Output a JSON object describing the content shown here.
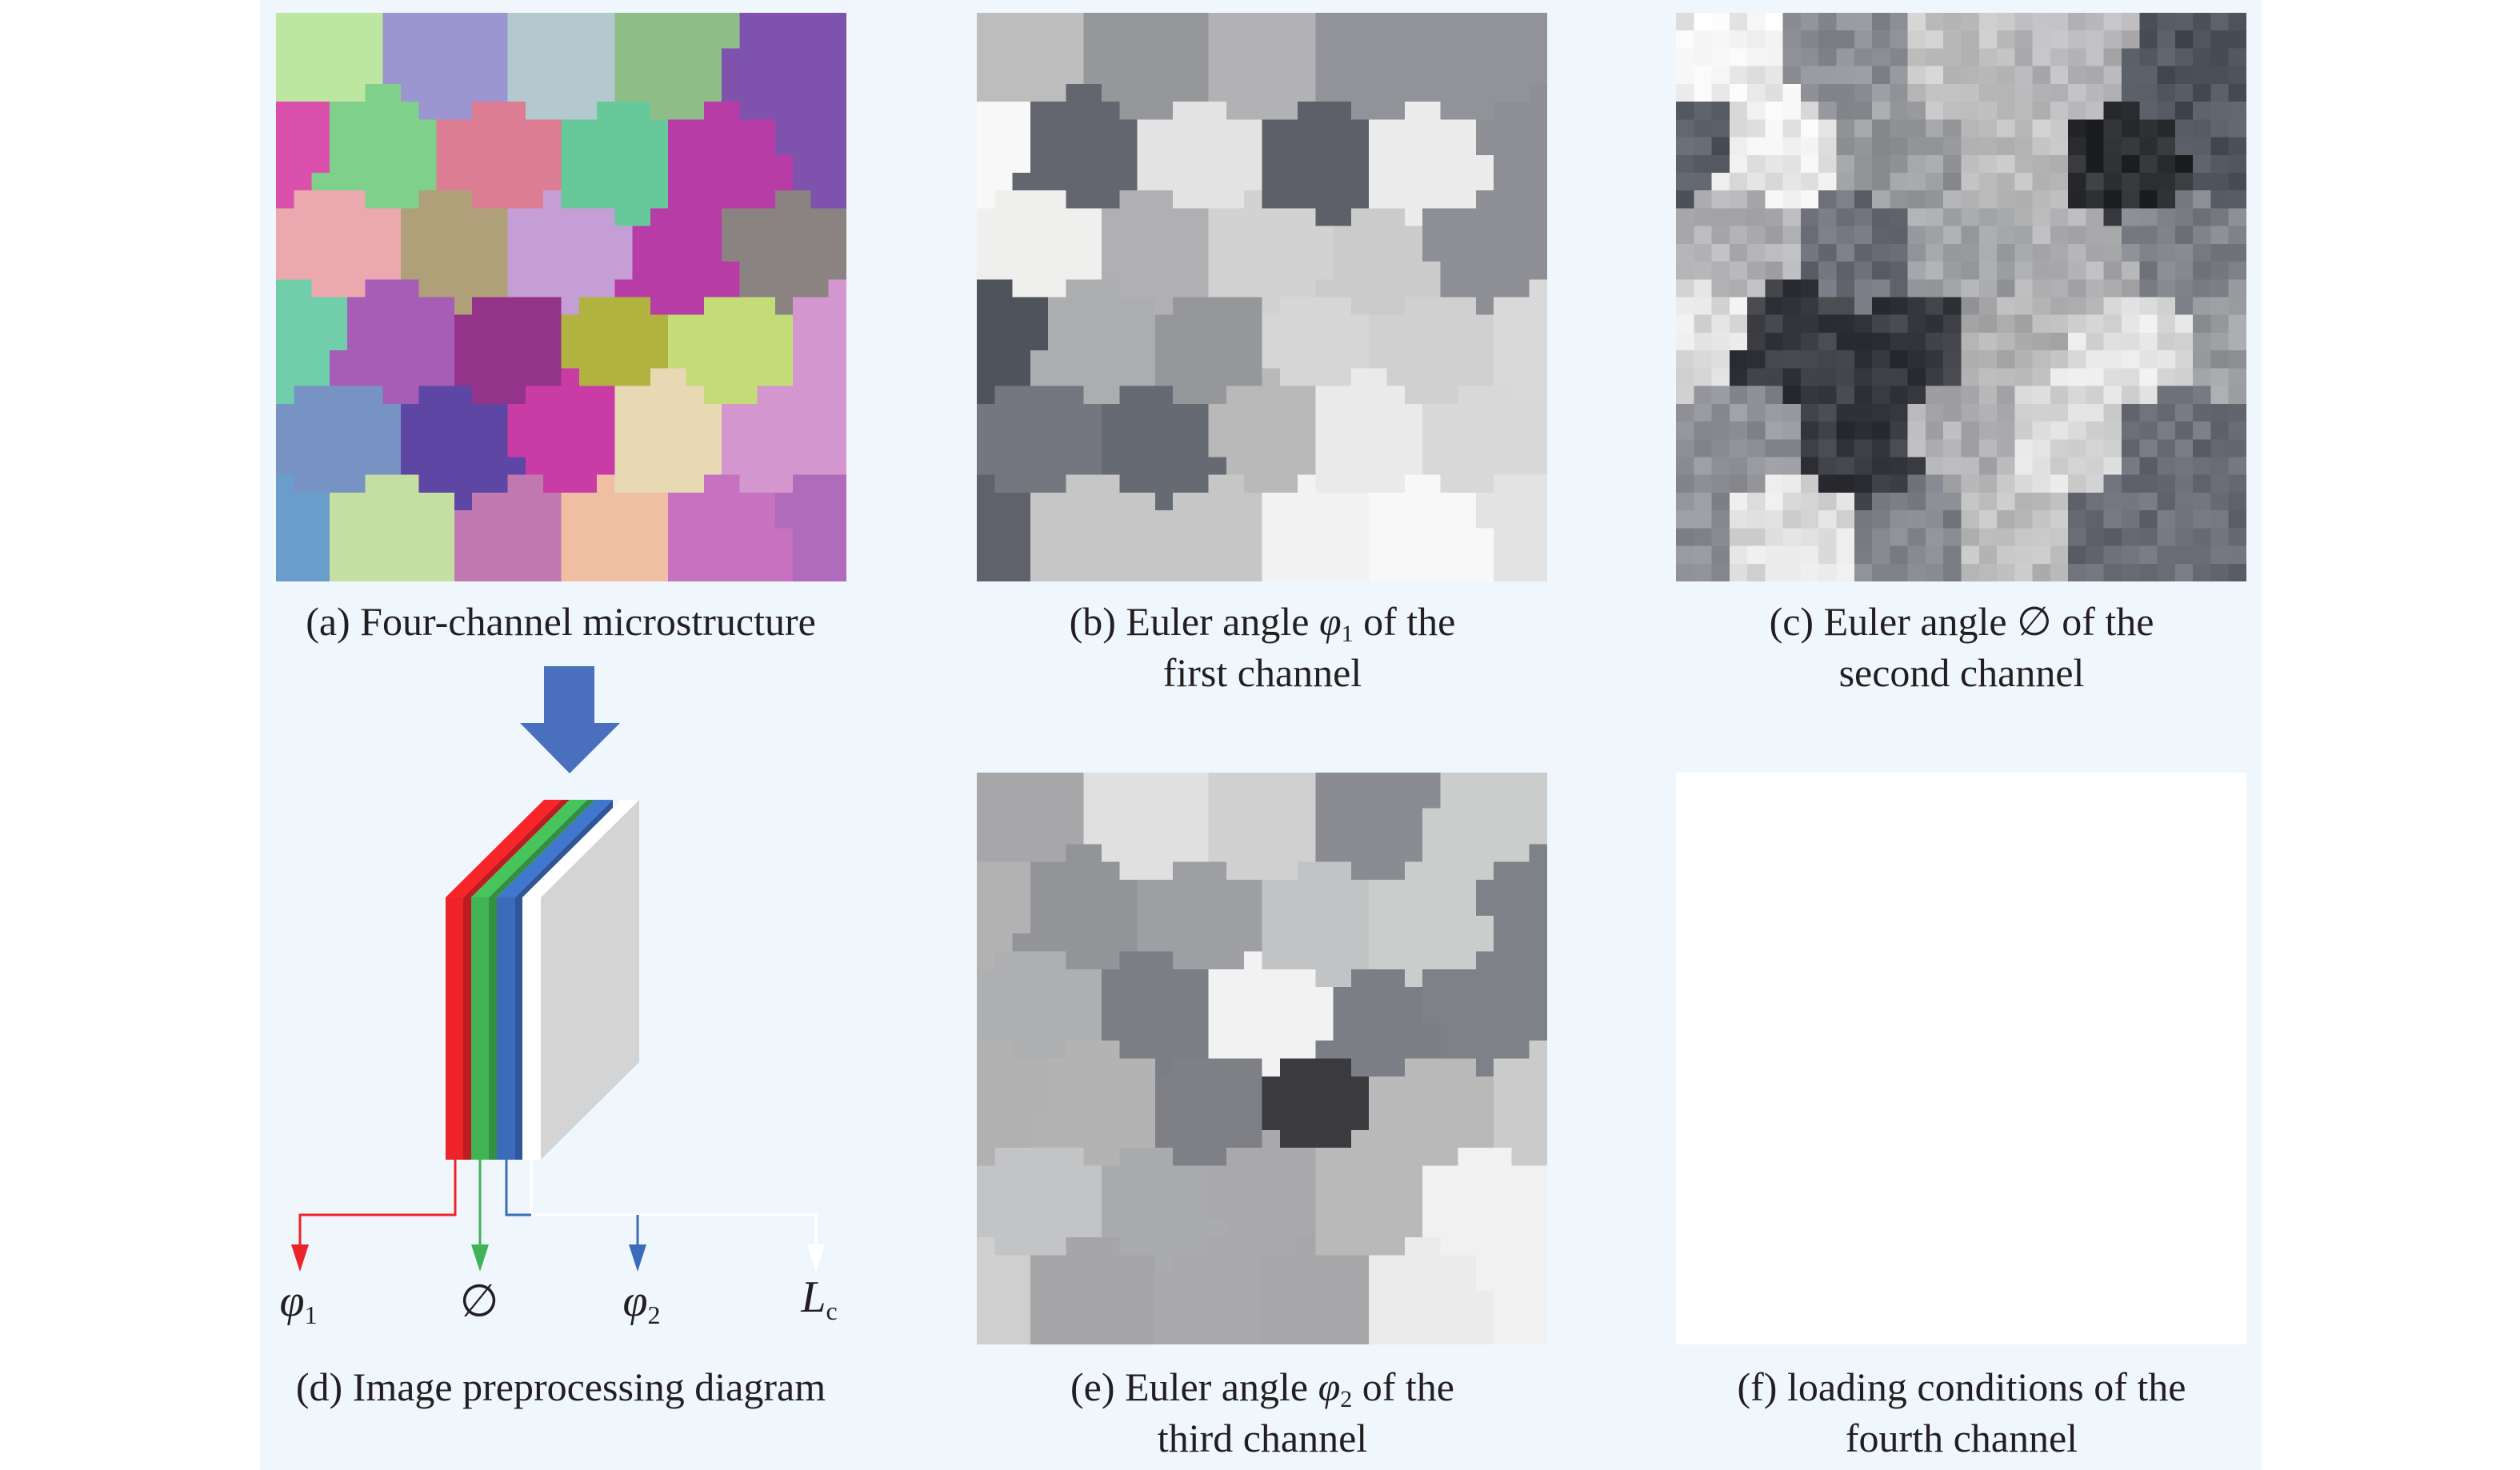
{
  "panels": {
    "a": {
      "caption": "(a) Four-channel microstructure",
      "grain_colors": [
        "#bde6a0",
        "#9b96d0",
        "#b4c9cf",
        "#8fbd87",
        "#7f53ad",
        "#db4fad",
        "#7ed08a",
        "#dc7d93",
        "#67c99a",
        "#b83ca5",
        "#7f53ad",
        "#eba8ae",
        "#afa07a",
        "#c49ed4",
        "#b83ca5",
        "#8b8282",
        "#70cfaa",
        "#a65db5",
        "#93338a",
        "#b1b341",
        "#c3dc77",
        "#d496cf",
        "#7793c4",
        "#5e46a4",
        "#c93ca6",
        "#e7d9b3",
        "#d496cf",
        "#6a9ccc",
        "#c4dfa1",
        "#c078b0",
        "#f0bfa3",
        "#c672c0",
        "#b06bbb"
      ]
    },
    "b": {
      "prefix": "(b) Euler angle ",
      "symbol": "φ",
      "sub": "1",
      "suffix": " of the",
      "line2": "first channel",
      "grain_colors": [
        "#bdbdbd",
        "#96979b",
        "#b2b2b4",
        "#929399",
        "#929399",
        "#f8f8f8",
        "#63666e",
        "#e3e3e3",
        "#5d6068",
        "#ececec",
        "#8e8f95",
        "#efefee",
        "#b0b0b2",
        "#d2d2d2",
        "#cbcbcc",
        "#8e8f95",
        "#4f535c",
        "#acadaf",
        "#96979b",
        "#d6d6d6",
        "#d0d0d0",
        "#d9d9d9",
        "#747780",
        "#666a72",
        "#b9b9ba",
        "#eaeaea",
        "#d8d8d8",
        "#5f626a",
        "#c6c6c6",
        "#c6c6c6",
        "#f2f2f2",
        "#f8f8f8",
        "#e3e3e3"
      ]
    },
    "c": {
      "prefix": "(c) Euler angle ",
      "symbol": "∅",
      "suffix": " of the",
      "line2": "second channel",
      "grain_colors": [
        "#f0f0f0",
        "#8e8f95",
        "#c4c4c4",
        "#b6b6b8",
        "#4f535c",
        "#5a5e67",
        "#e8e8e8",
        "#999a9e",
        "#c0c0c0",
        "#2e2f33",
        "#52565e",
        "#b0b0b2",
        "#6b6e76",
        "#a4a5a8",
        "#b0b0b2",
        "#7b7e84",
        "#e2e2e2",
        "#3a3b40",
        "#3a3b40",
        "#b3b3b4",
        "#e0e0e0",
        "#9c9da1",
        "#8e8f95",
        "#3a3b40",
        "#b0b0b2",
        "#dcdcdc",
        "#6b6e76",
        "#8e8f95",
        "#dedede",
        "#80838a",
        "#bcbcbc",
        "#6b6e76",
        "#6b6e76"
      ]
    },
    "d": {
      "caption": "(d) Image preprocessing diagram",
      "labels": {
        "phi1": "φ",
        "phi1_sub": "1",
        "phi": "∅",
        "phi2": "φ",
        "phi2_sub": "2",
        "lc": "L",
        "lc_sub": "c"
      },
      "colors": {
        "arrow": "#4a6fbe",
        "red": "#ec2329",
        "green": "#40b354",
        "blue": "#3b6cbb",
        "white": "#ffffff",
        "gray": "#d4d4d4"
      }
    },
    "e": {
      "prefix": "(e) Euler angle ",
      "symbol": "φ",
      "sub": "2",
      "suffix": " of the",
      "line2": "third channel",
      "grain_colors": [
        "#a7a7a9",
        "#e0e0e0",
        "#d0d0d0",
        "#8b8c91",
        "#cbcccc",
        "#b2b2b3",
        "#939498",
        "#9e9fa3",
        "#c2c3c5",
        "#cbcccc",
        "#7e8187",
        "#aeafb1",
        "#7b7e84",
        "#f2f2f2",
        "#7b7e84",
        "#7e8187",
        "#b1b1b2",
        "#b3b3b4",
        "#7e8086",
        "#3b3a3f",
        "#b9b9ba",
        "#cbcbcc",
        "#c3c4c5",
        "#aaabad",
        "#a9a9ab",
        "#b9b9ba",
        "#f1f1f1",
        "#cfcfcf",
        "#a6a6a8",
        "#a9a9ab",
        "#a7a7a9",
        "#ebebeb",
        "#f1f1f1"
      ]
    },
    "f": {
      "caption": "(f) loading conditions of the",
      "line2": "fourth channel",
      "fill": "#ffffff"
    }
  }
}
